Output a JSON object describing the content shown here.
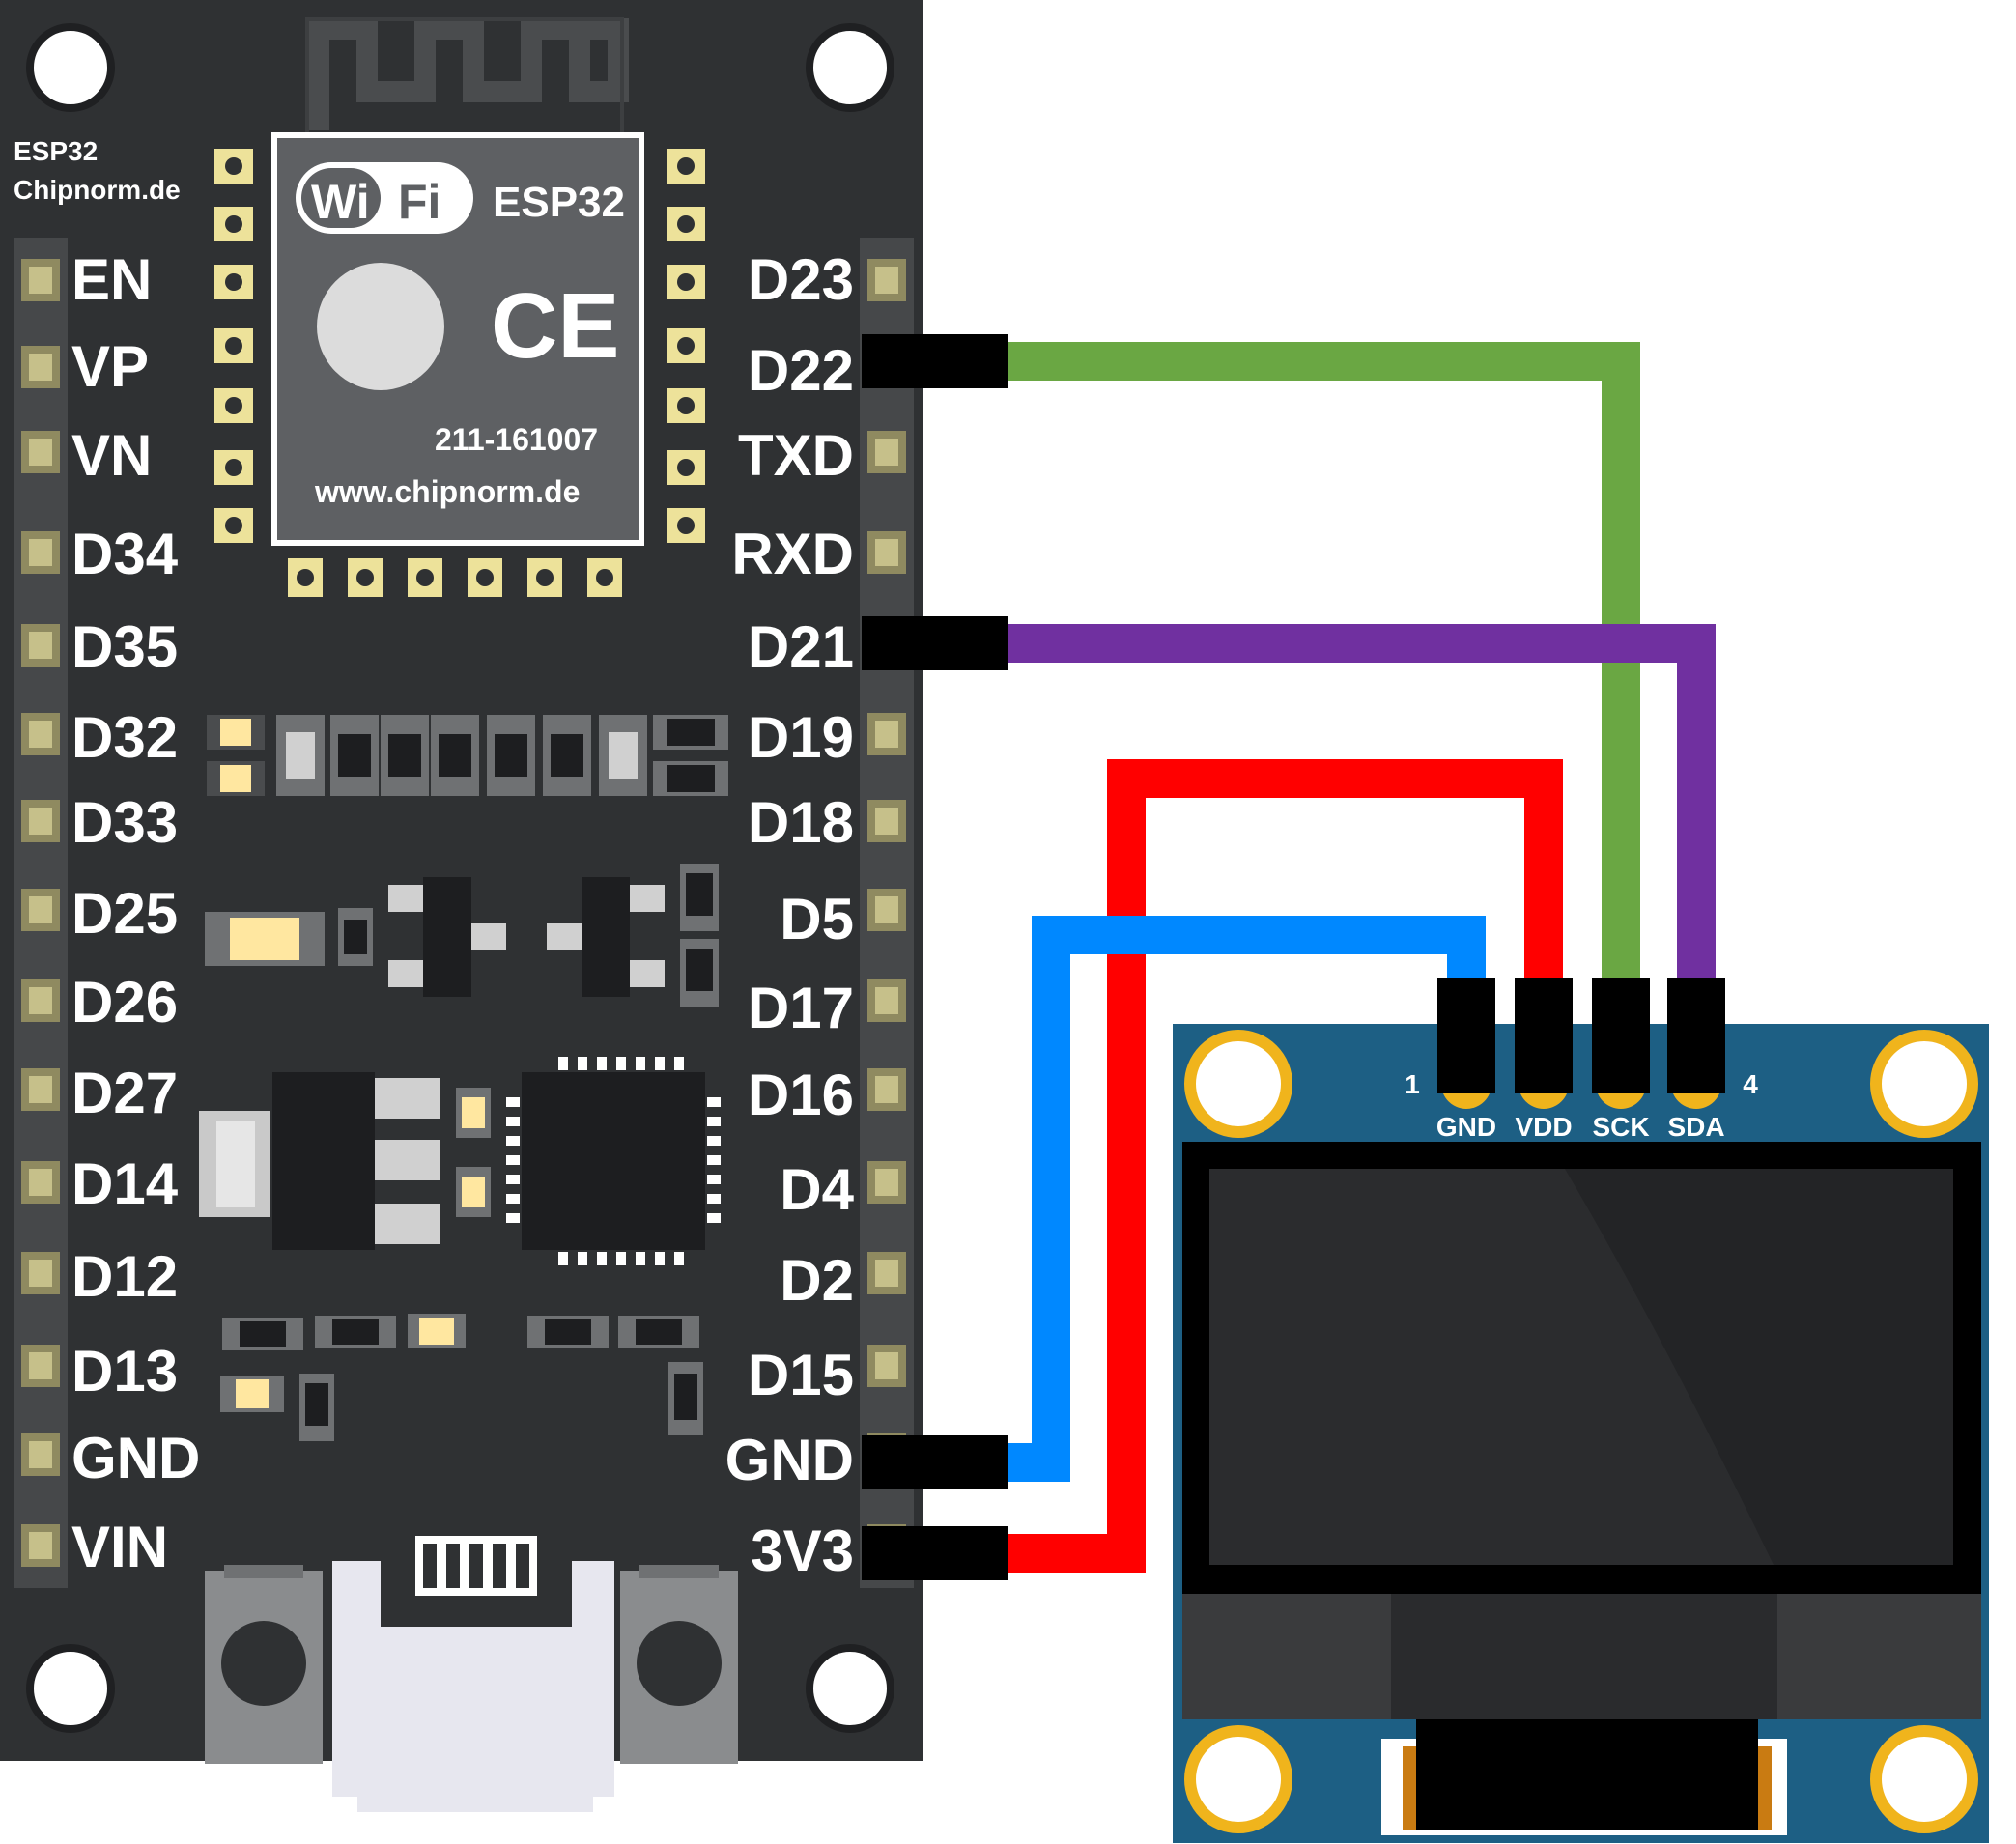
{
  "board": {
    "brand_line1": "ESP32",
    "brand_line2": "Chipnorm.de",
    "module": {
      "wifi_wi": "Wi",
      "wifi_fi": "Fi",
      "chip_name": "ESP32",
      "ce_mark": "CE",
      "part_number": "211-161007",
      "website": "www.chipnorm.de"
    },
    "left_pins": [
      "EN",
      "VP",
      "VN",
      "D34",
      "D35",
      "D32",
      "D33",
      "D25",
      "D26",
      "D27",
      "D14",
      "D12",
      "D13",
      "GND",
      "VIN"
    ],
    "right_pins": [
      "D23",
      "D22",
      "TXD",
      "RXD",
      "D21",
      "D19",
      "D18",
      "D5",
      "D17",
      "D16",
      "D4",
      "D2",
      "D15",
      "GND",
      "3V3"
    ]
  },
  "oled": {
    "pin_labels": [
      "GND",
      "VDD",
      "SCK",
      "SDA"
    ],
    "pin_first_number": "1",
    "pin_last_number": "4"
  },
  "wires": [
    {
      "from": "D22",
      "to": "SCK",
      "color": "#6aa743"
    },
    {
      "from": "D21",
      "to": "SDA",
      "color": "#7030a0"
    },
    {
      "from": "3V3",
      "to": "VDD",
      "color": "#ff0000"
    },
    {
      "from": "GND",
      "to": "GND",
      "color": "#0088ff"
    }
  ],
  "colors": {
    "board": "#2f3133",
    "oled_pcb": "#1d5f84",
    "mount_ring": "#f0b41c"
  }
}
